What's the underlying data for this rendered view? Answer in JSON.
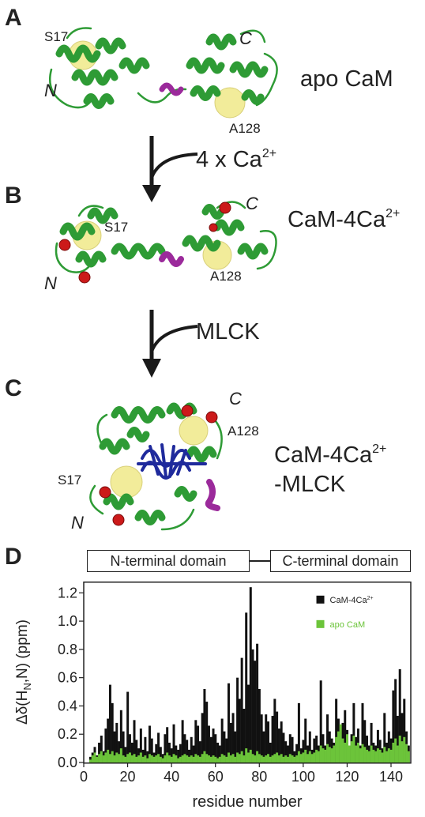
{
  "panels": {
    "a": {
      "letter": "A",
      "state_label": "apo CaM",
      "n_label": "N",
      "c_label": "C",
      "res1": "S17",
      "res2": "A128"
    },
    "b": {
      "letter": "B",
      "state_label": "CaM-4Ca",
      "state_sup": "2+",
      "n_label": "N",
      "c_label": "C",
      "res1": "S17",
      "res2": "A128"
    },
    "c": {
      "letter": "C",
      "state_label_line1": "CaM-4Ca",
      "state_sup": "2+",
      "state_label_line2": "-MLCK",
      "n_label": "N",
      "c_label": "C",
      "res1": "S17",
      "res2": "A128"
    },
    "d": {
      "letter": "D"
    }
  },
  "transitions": {
    "step1_prefix": "4 x Ca",
    "step1_sup": "2+",
    "step2": "MLCK"
  },
  "domains": {
    "n_terminal": "N-terminal domain",
    "c_terminal": "C-terminal domain"
  },
  "colors": {
    "helix": "#2e9b35",
    "helix_dark": "#1a6e22",
    "linker": "#9b2a9b",
    "calcium": "#cc1a1a",
    "residue_sphere": "#f2ec9a",
    "peptide": "#1f2a9c",
    "bar_black": "#111111",
    "bar_green": "#6cc43a"
  },
  "chart_data": {
    "type": "bar",
    "xlabel": "residue number",
    "ylabel_main": "Δδ(H",
    "ylabel_sub": "N",
    "ylabel_tail": ",N) (ppm)",
    "xlim": [
      0,
      149
    ],
    "ylim": [
      0,
      1.28
    ],
    "xticks": [
      0,
      20,
      40,
      60,
      80,
      100,
      120,
      140
    ],
    "yticks": [
      0.0,
      0.2,
      0.4,
      0.6,
      0.8,
      1.0,
      1.2
    ],
    "legend_position": "top-right",
    "series": [
      {
        "name": "CaM-4Ca",
        "name_sup": "2+",
        "color": "#111111",
        "x": [
          3,
          4,
          5,
          6,
          7,
          8,
          9,
          10,
          11,
          12,
          13,
          14,
          15,
          16,
          17,
          18,
          19,
          20,
          21,
          22,
          23,
          24,
          25,
          26,
          27,
          28,
          29,
          30,
          31,
          32,
          33,
          34,
          35,
          36,
          37,
          38,
          39,
          40,
          41,
          42,
          43,
          44,
          45,
          46,
          47,
          48,
          49,
          50,
          51,
          52,
          53,
          54,
          55,
          56,
          57,
          58,
          59,
          60,
          61,
          62,
          63,
          64,
          65,
          66,
          67,
          68,
          69,
          70,
          71,
          72,
          73,
          74,
          75,
          76,
          77,
          78,
          79,
          80,
          81,
          82,
          83,
          84,
          85,
          86,
          87,
          88,
          89,
          90,
          91,
          92,
          93,
          94,
          95,
          96,
          97,
          98,
          99,
          100,
          101,
          102,
          103,
          104,
          105,
          106,
          107,
          108,
          109,
          110,
          111,
          112,
          113,
          114,
          115,
          116,
          117,
          118,
          119,
          120,
          121,
          122,
          123,
          124,
          125,
          126,
          127,
          128,
          129,
          130,
          131,
          132,
          133,
          134,
          135,
          136,
          137,
          138,
          139,
          140,
          141,
          142,
          143,
          144,
          145,
          146,
          147,
          148
        ],
        "values": [
          0.04,
          0.07,
          0.11,
          0.05,
          0.14,
          0.19,
          0.08,
          0.24,
          0.31,
          0.55,
          0.42,
          0.22,
          0.28,
          0.15,
          0.37,
          0.22,
          0.11,
          0.5,
          0.2,
          0.14,
          0.3,
          0.16,
          0.1,
          0.24,
          0.09,
          0.18,
          0.08,
          0.26,
          0.17,
          0.07,
          0.13,
          0.21,
          0.11,
          0.06,
          0.2,
          0.25,
          0.14,
          0.1,
          0.27,
          0.12,
          0.09,
          0.13,
          0.3,
          0.2,
          0.16,
          0.09,
          0.18,
          0.12,
          0.3,
          0.26,
          0.15,
          0.35,
          0.52,
          0.43,
          0.26,
          0.18,
          0.24,
          0.2,
          0.14,
          0.12,
          0.31,
          0.22,
          0.17,
          0.56,
          0.28,
          0.35,
          0.22,
          0.6,
          0.45,
          0.74,
          0.38,
          1.06,
          0.55,
          1.24,
          0.8,
          0.72,
          0.84,
          0.52,
          0.34,
          0.22,
          0.34,
          0.29,
          0.14,
          0.33,
          0.45,
          0.36,
          0.24,
          0.29,
          0.21,
          0.15,
          0.12,
          0.2,
          0.18,
          0.08,
          0.13,
          0.42,
          0.1,
          0.16,
          0.31,
          0.12,
          0.22,
          0.09,
          0.17,
          0.19,
          0.12,
          0.58,
          0.2,
          0.12,
          0.34,
          0.22,
          0.17,
          0.14,
          0.45,
          0.31,
          0.12,
          0.28,
          0.37,
          0.23,
          0.11,
          0.2,
          0.42,
          0.18,
          0.24,
          0.12,
          0.42,
          0.3,
          0.19,
          0.12,
          0.28,
          0.14,
          0.12,
          0.23,
          0.16,
          0.1,
          0.35,
          0.14,
          0.22,
          0.17,
          0.51,
          0.59,
          0.33,
          0.66,
          0.35,
          0.45,
          0.22,
          0.12
        ]
      },
      {
        "name": "apo CaM",
        "color": "#6cc43a",
        "x": [
          3,
          4,
          5,
          6,
          7,
          8,
          9,
          10,
          11,
          12,
          13,
          14,
          15,
          16,
          17,
          18,
          19,
          20,
          21,
          22,
          23,
          24,
          25,
          26,
          27,
          28,
          29,
          30,
          31,
          32,
          33,
          34,
          35,
          36,
          37,
          38,
          39,
          40,
          41,
          42,
          43,
          44,
          45,
          46,
          47,
          48,
          49,
          50,
          51,
          52,
          53,
          54,
          55,
          56,
          57,
          58,
          59,
          60,
          61,
          62,
          63,
          64,
          65,
          66,
          67,
          68,
          69,
          70,
          71,
          72,
          73,
          74,
          75,
          76,
          77,
          78,
          79,
          80,
          81,
          82,
          83,
          84,
          85,
          86,
          87,
          88,
          89,
          90,
          91,
          92,
          93,
          94,
          95,
          96,
          97,
          98,
          99,
          100,
          101,
          102,
          103,
          104,
          105,
          106,
          107,
          108,
          109,
          110,
          111,
          112,
          113,
          114,
          115,
          116,
          117,
          118,
          119,
          120,
          121,
          122,
          123,
          124,
          125,
          126,
          127,
          128,
          129,
          130,
          131,
          132,
          133,
          134,
          135,
          136,
          137,
          138,
          139,
          140,
          141,
          142,
          143,
          144,
          145,
          146,
          147,
          148
        ],
        "values": [
          0.02,
          0.05,
          0.07,
          0.04,
          0.06,
          0.08,
          0.05,
          0.07,
          0.09,
          0.06,
          0.08,
          0.05,
          0.07,
          0.06,
          0.1,
          0.05,
          0.04,
          0.06,
          0.07,
          0.05,
          0.06,
          0.04,
          0.05,
          0.07,
          0.04,
          0.05,
          0.03,
          0.06,
          0.05,
          0.04,
          0.05,
          0.06,
          0.04,
          0.03,
          0.05,
          0.07,
          0.05,
          0.04,
          0.06,
          0.05,
          0.03,
          0.04,
          0.05,
          0.06,
          0.05,
          0.04,
          0.05,
          0.04,
          0.06,
          0.05,
          0.04,
          0.06,
          0.08,
          0.06,
          0.05,
          0.04,
          0.05,
          0.04,
          0.03,
          0.04,
          0.06,
          0.05,
          0.04,
          0.07,
          0.05,
          0.06,
          0.04,
          0.07,
          0.06,
          0.08,
          0.05,
          0.1,
          0.07,
          0.09,
          0.06,
          0.05,
          0.08,
          0.06,
          0.05,
          0.04,
          0.05,
          0.06,
          0.04,
          0.05,
          0.06,
          0.07,
          0.05,
          0.06,
          0.04,
          0.05,
          0.04,
          0.06,
          0.05,
          0.04,
          0.05,
          0.08,
          0.06,
          0.07,
          0.09,
          0.06,
          0.08,
          0.06,
          0.07,
          0.09,
          0.08,
          0.12,
          0.1,
          0.09,
          0.13,
          0.11,
          0.1,
          0.12,
          0.18,
          0.22,
          0.27,
          0.17,
          0.14,
          0.2,
          0.12,
          0.15,
          0.19,
          0.12,
          0.14,
          0.1,
          0.13,
          0.11,
          0.09,
          0.08,
          0.12,
          0.09,
          0.08,
          0.1,
          0.09,
          0.07,
          0.11,
          0.08,
          0.1,
          0.09,
          0.14,
          0.17,
          0.12,
          0.19,
          0.15,
          0.18,
          0.13,
          0.08
        ]
      }
    ]
  }
}
